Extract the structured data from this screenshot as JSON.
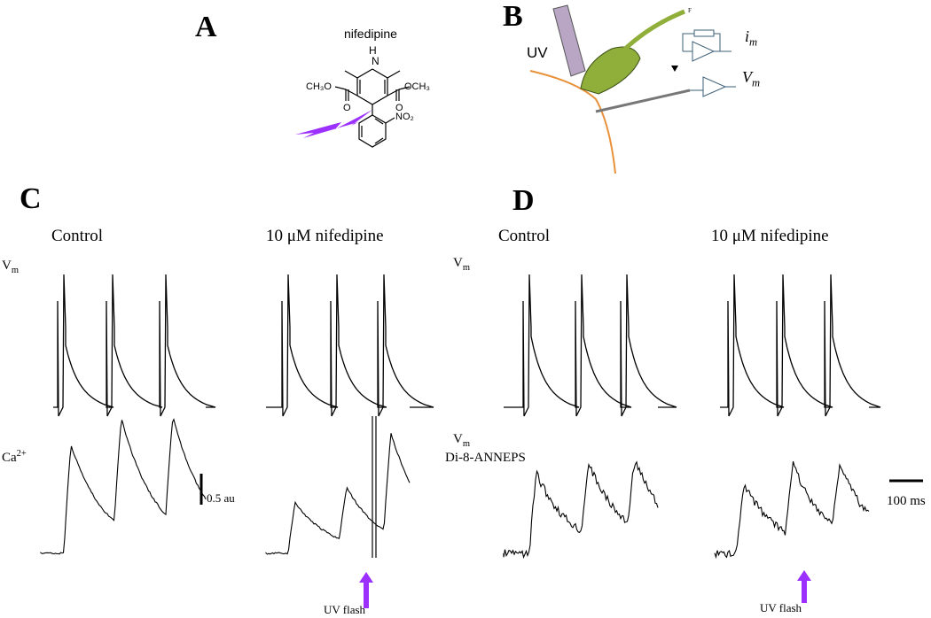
{
  "panels": {
    "a": {
      "letter": "A",
      "drug_name": "nifedipine",
      "chem": {
        "nh": "N",
        "h": "H",
        "ester_left": "CH₃O",
        "ester_right": "OCH₃",
        "o": "O",
        "nitro": "NO₂"
      }
    },
    "b": {
      "letter": "B",
      "uv": "UV",
      "im": "i",
      "im_sub": "m",
      "vm": "V",
      "vm_sub": "m",
      "f": "F"
    },
    "c": {
      "letter": "C",
      "control": "Control",
      "nifedipine": "10 μM nifedipine",
      "vm": "V",
      "vm_sub": "m",
      "ca": "Ca",
      "ca_sup": "2+",
      "scale_label": "0.5 au",
      "uv_flash": "UV flash"
    },
    "d": {
      "letter": "D",
      "control": "Control",
      "nifedipine": "10 μM nifedipine",
      "vm": "V",
      "vm_sub": "m",
      "vm2": "V",
      "vm2_sub": "m",
      "dye": "Di-8-ANNEPS",
      "time_scale": "100 ms",
      "uv_flash": "UV flash"
    }
  },
  "colors": {
    "trace": "#000000",
    "uv_arrow": "#9b30ff",
    "cell_edge": "#e8903a",
    "pipette": "#8fae3a",
    "uv_bar": "#b8a6c4",
    "amp": "#3d5f78"
  }
}
